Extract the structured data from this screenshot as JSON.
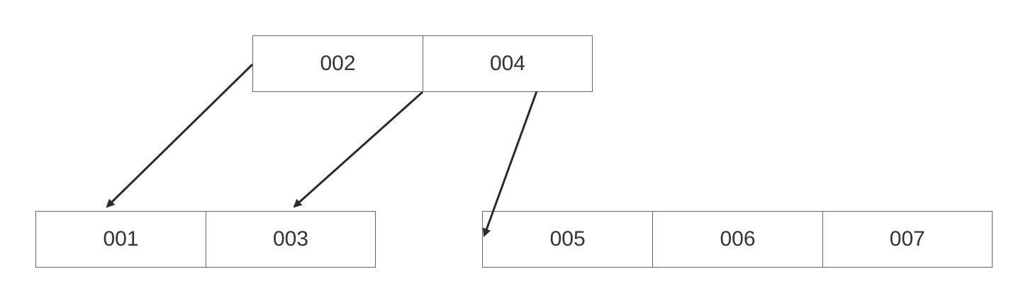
{
  "tree": {
    "root": {
      "keys": [
        "002",
        "004"
      ]
    },
    "leaves": [
      {
        "keys": [
          "001",
          "003"
        ]
      },
      {
        "keys": [
          "005",
          "006",
          "007"
        ]
      }
    ]
  },
  "colors": {
    "border": "#666666",
    "text": "#333333",
    "arrow": "#2b2b2b",
    "background": "#ffffff"
  }
}
